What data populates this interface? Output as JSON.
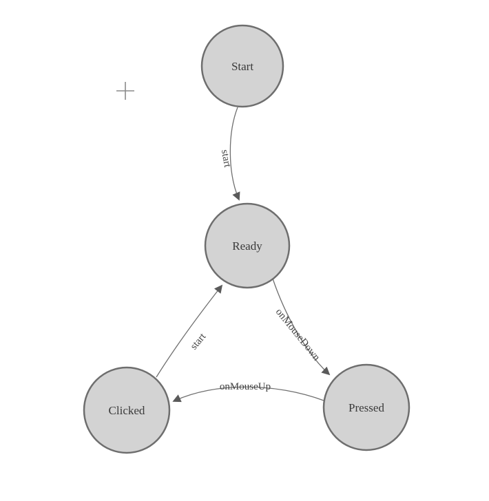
{
  "diagram": {
    "type": "finite-state-machine",
    "nodes": [
      {
        "id": "start",
        "label": "Start"
      },
      {
        "id": "ready",
        "label": "Ready"
      },
      {
        "id": "clicked",
        "label": "Clicked"
      },
      {
        "id": "pressed",
        "label": "Pressed"
      }
    ],
    "edges": [
      {
        "from": "start",
        "to": "ready",
        "label": "start"
      },
      {
        "from": "ready",
        "to": "pressed",
        "label": "onMouseDown"
      },
      {
        "from": "pressed",
        "to": "clicked",
        "label": "onMouseUp"
      },
      {
        "from": "clicked",
        "to": "ready",
        "label": "start"
      }
    ],
    "colors": {
      "node_fill": "#d3d3d3",
      "node_stroke": "#6e6e6e",
      "edge_stroke": "#6f6f6f",
      "arrowhead_fill": "#5a5a5a",
      "label_text": "#444444",
      "background": "#ffffff"
    }
  }
}
